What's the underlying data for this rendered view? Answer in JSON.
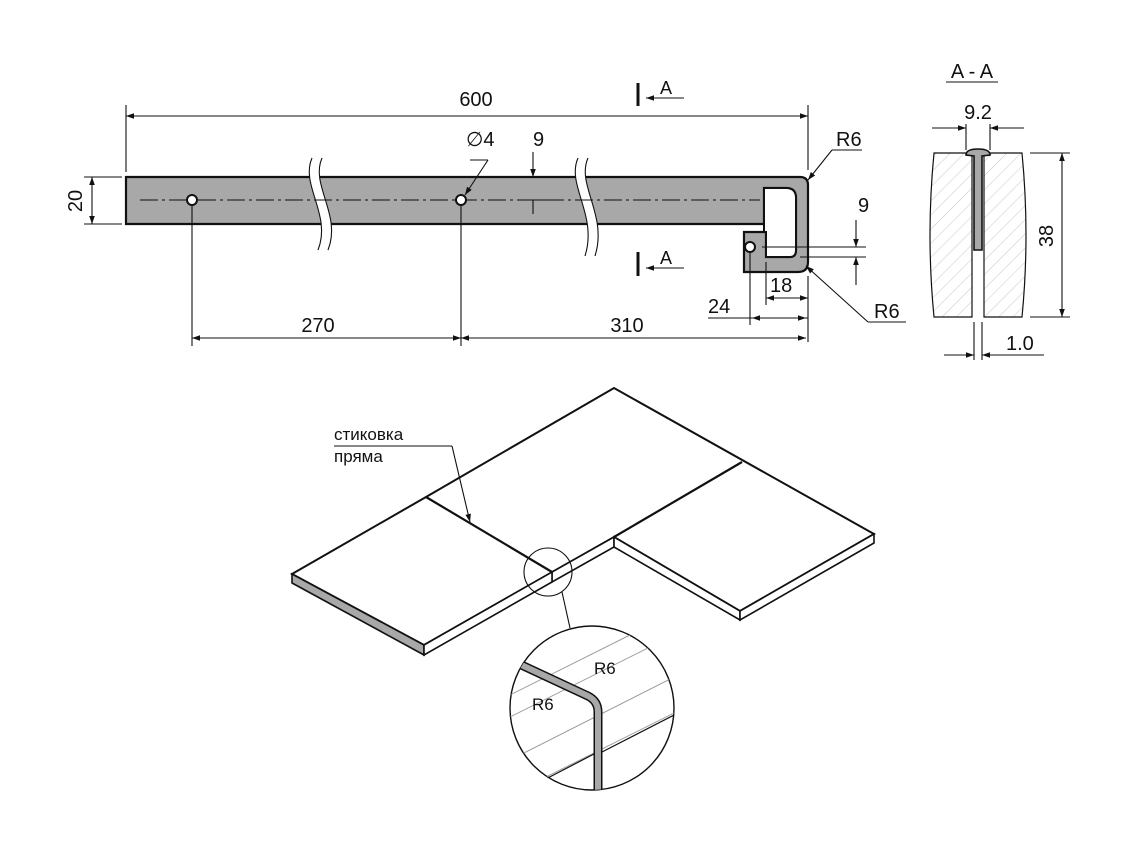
{
  "profile_view": {
    "length_label": "600",
    "height_label": "20",
    "hole_label": "∅4",
    "hole_offset_label": "9",
    "radius_top_label": "R6",
    "radius_bottom_label": "R6",
    "hook_gap_label": "9",
    "hook_inner_label": "18",
    "hook_outer_label": "24",
    "spacing_left_label": "270",
    "spacing_right_label": "310",
    "section_marker_top": "A",
    "section_marker_bottom": "A"
  },
  "section_view": {
    "title": "A - A",
    "width_label": "9.2",
    "height_label": "38",
    "thickness_label": "1.0"
  },
  "iso_view": {
    "joint_note_line1": "стиковка",
    "joint_note_line2": "пряма",
    "detail_radius_right": "R6",
    "detail_radius_left": "R6"
  }
}
